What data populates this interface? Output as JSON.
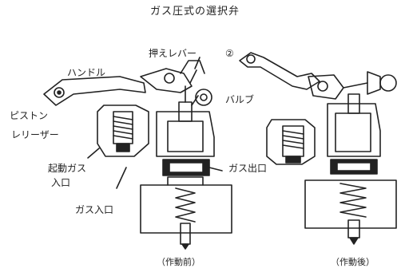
{
  "title": "ガス圧式の選択弁",
  "labels": {
    "press_lever": "押えレバー",
    "press_lever_num": "②",
    "handle": "ハンドル",
    "valve": "バルブ",
    "piston": "ピストン",
    "releaser": "レリーザー",
    "gas_outlet": "ガス出口",
    "start_gas_1": "起動ガス",
    "start_gas_2": "入口",
    "gas_inlet": "ガス入口"
  },
  "captions": {
    "before": "（作動前）",
    "after": "（作動後）"
  }
}
